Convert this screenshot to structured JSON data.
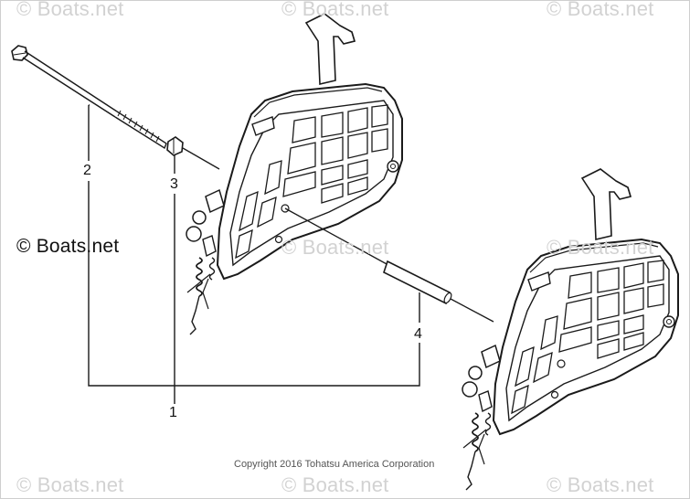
{
  "watermark": "© Boats.net",
  "copyright": "Copyright 2016 Tohatsu America Corporation",
  "callouts": {
    "c1": "1",
    "c2": "2",
    "c3": "3",
    "c4": "4"
  },
  "colors": {
    "line": "#1a1a1a",
    "watermark": "#d2d2d2",
    "background": "#ffffff"
  }
}
